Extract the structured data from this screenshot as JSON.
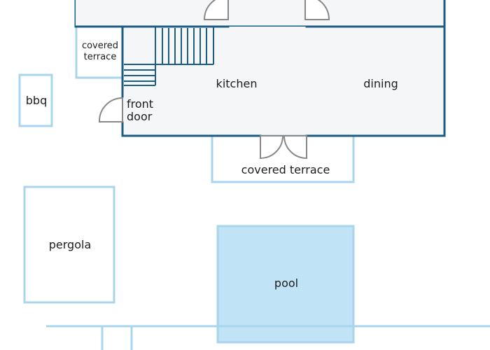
{
  "colors": {
    "house_wall": "#1d5c82",
    "outline": "#a8d4ec",
    "floor": "#f5f6f7",
    "pool_fill": "#c0e4f6",
    "door": "#888888",
    "text": "#1c1c1c"
  },
  "rooms": {
    "covered_terrace_small": [
      "covered",
      "terrace"
    ],
    "kitchen": "kitchen",
    "dining": "dining",
    "front_door": [
      "front",
      "door"
    ],
    "covered_terrace_back": "covered terrace"
  },
  "outdoor": {
    "bbq": "bbq",
    "pergola": "pergola",
    "pool": "pool"
  }
}
